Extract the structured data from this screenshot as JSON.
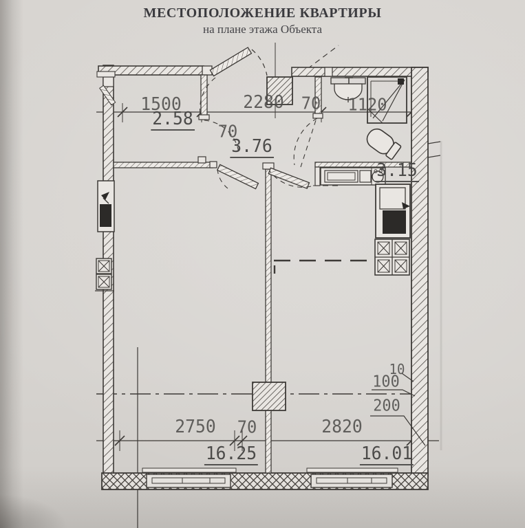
{
  "header": {
    "title": "МЕСТОПОЛОЖЕНИЕ КВАРТИРЫ",
    "subtitle": "на плане этажа Объекта"
  },
  "plan": {
    "dimensions": {
      "wardrobe_width": "1500",
      "hall_width": "2280",
      "wall_top": "70",
      "bath_width": "1120",
      "wall_hall": "70",
      "room_left_width": "2750",
      "wall_bottom": "70",
      "room_right_width": "2820",
      "layer_10": "10",
      "layer_100": "100",
      "layer_200": "200"
    },
    "areas": {
      "wardrobe": "2.58",
      "hall": "3.76",
      "bathroom": "3.15",
      "living_room": "16.25",
      "kitchen_living": "16.01"
    },
    "colors": {
      "paper": "#d6d3cf",
      "ink": "#3d3a37",
      "dim_text": "#4f4e4c"
    }
  }
}
